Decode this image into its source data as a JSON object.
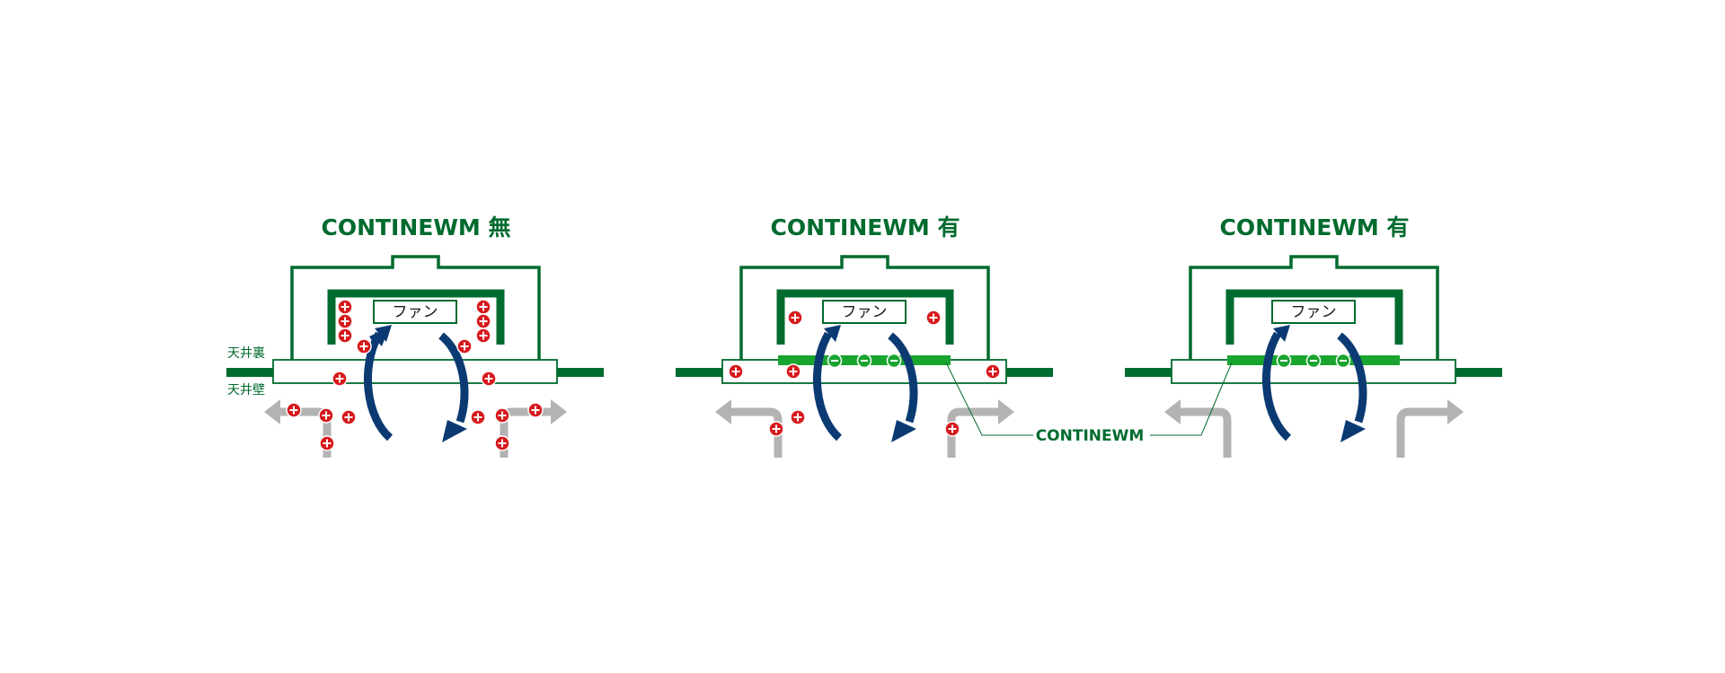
{
  "colors": {
    "brand_green": "#006b2e",
    "film_green": "#19a530",
    "arrow_navy": "#0b3a73",
    "duct_gray": "#b3b3b3",
    "ion_red": "#d7191c"
  },
  "panels": [
    {
      "title": "CONTINEWM 無",
      "fan_label": "ファン",
      "has_film": false
    },
    {
      "title": "CONTINEWM 有",
      "fan_label": "ファン",
      "has_film": true
    },
    {
      "title": "CONTINEWM 有",
      "fan_label": "ファン",
      "has_film": true
    }
  ],
  "labels": {
    "ceiling_back": "天井裏",
    "ceiling_wall": "天井壁",
    "continewm_callout": "CONTINEWM"
  },
  "icons": {
    "positive_charge": "plus-circle-icon",
    "negative_charge": "minus-circle-icon",
    "airflow": "curved-arrow-icon",
    "duct": "bent-arrow-icon"
  }
}
